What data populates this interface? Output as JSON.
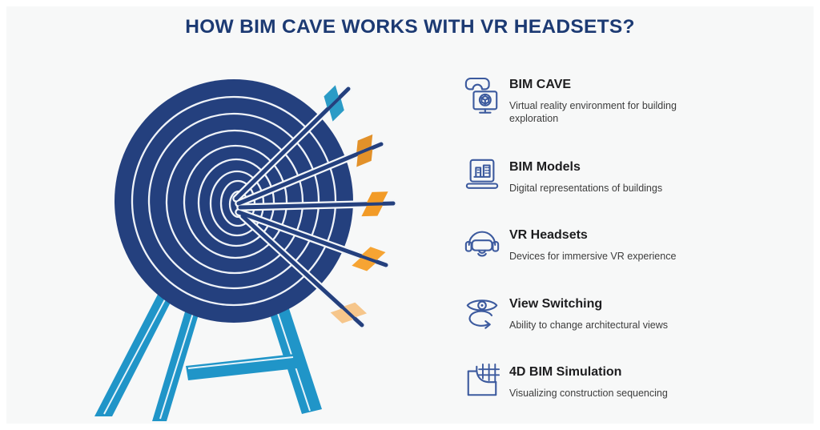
{
  "header": {
    "title": "HOW BIM CAVE WORKS WITH VR HEADSETS?"
  },
  "legend": {
    "items": [
      {
        "title": "BIM CAVE",
        "description": "Virtual reality environment for building exploration",
        "icon": "vr-goggles-monitor-icon"
      },
      {
        "title": "BIM Models",
        "description": "Digital representations of buildings",
        "icon": "laptop-buildings-icon"
      },
      {
        "title": "VR Headsets",
        "description": "Devices for immersive VR experience",
        "icon": "vr-headset-icon"
      },
      {
        "title": "View Switching",
        "description": "Ability to change architectural views",
        "icon": "eye-rotation-icon"
      },
      {
        "title": "4D BIM Simulation",
        "description": "Visualizing construction sequencing",
        "icon": "grid-blueprint-icon"
      }
    ]
  },
  "illustration": {
    "name": "archery-target-on-stand-with-arrows",
    "arrows_count": 5,
    "target_color": "#24407e",
    "ring_color": "#eef2f8",
    "stand_color": "#2095c8",
    "arrow_shaft_color": "#24407e",
    "fletching_colors": [
      "#2b9bc6",
      "#e2912a",
      "#f29b27",
      "#f6a433",
      "#f6c68b"
    ]
  },
  "colors": {
    "background": "#f7f8f8",
    "heading": "#1c3a73",
    "icon_stroke": "#3c5a9e",
    "item_title": "#1d1d1f",
    "item_description": "#3c3c3c"
  }
}
